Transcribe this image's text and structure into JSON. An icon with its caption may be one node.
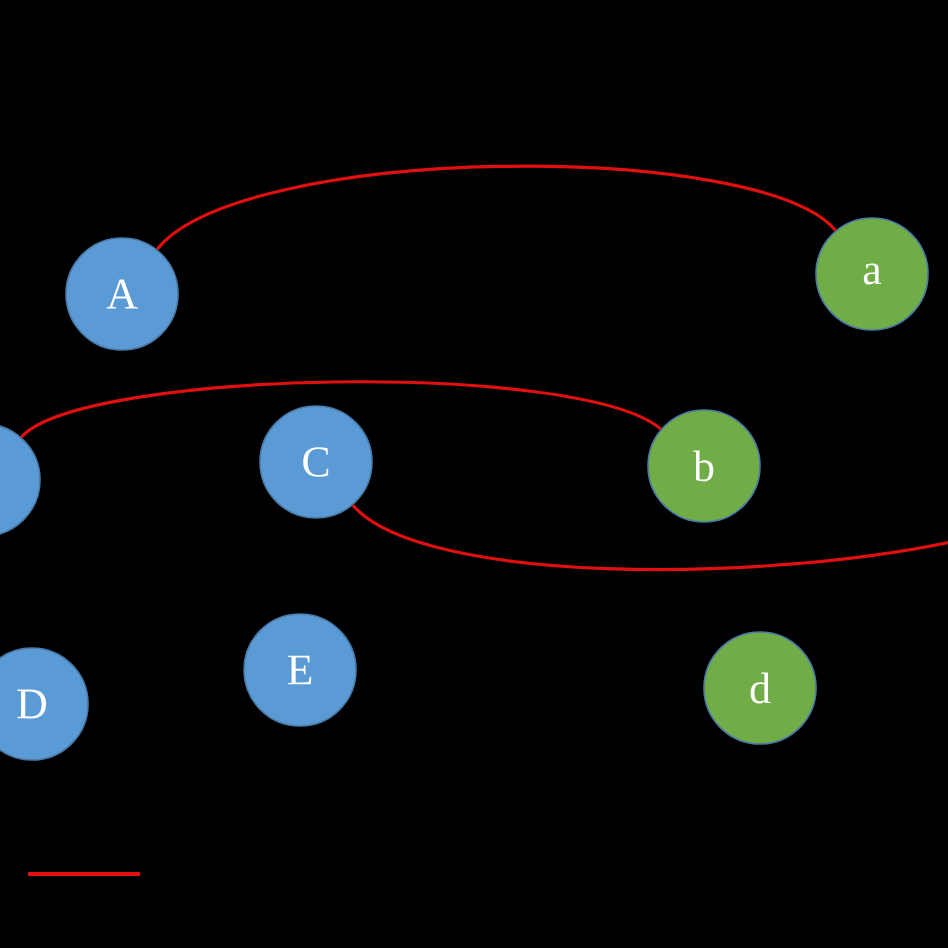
{
  "diagram": {
    "nodes": [
      {
        "text": [
          "A"
        ]
      },
      {
        "text": [
          "a"
        ]
      },
      {
        "text": [],
        "shape": "circle"
      },
      {
        "text": [
          "C"
        ]
      },
      {
        "text": [
          "b"
        ]
      },
      {
        "text": [
          "D"
        ]
      },
      {
        "text": [
          "E"
        ]
      },
      {
        "text": [
          "d"
        ]
      }
    ],
    "edges": [
      {
        "from": 0,
        "to": 1,
        "arrow": "none"
      },
      {
        "from": 2,
        "to": 4,
        "arrow": "none"
      },
      {
        "from": 3,
        "to": null,
        "arrow": "none"
      }
    ]
  }
}
